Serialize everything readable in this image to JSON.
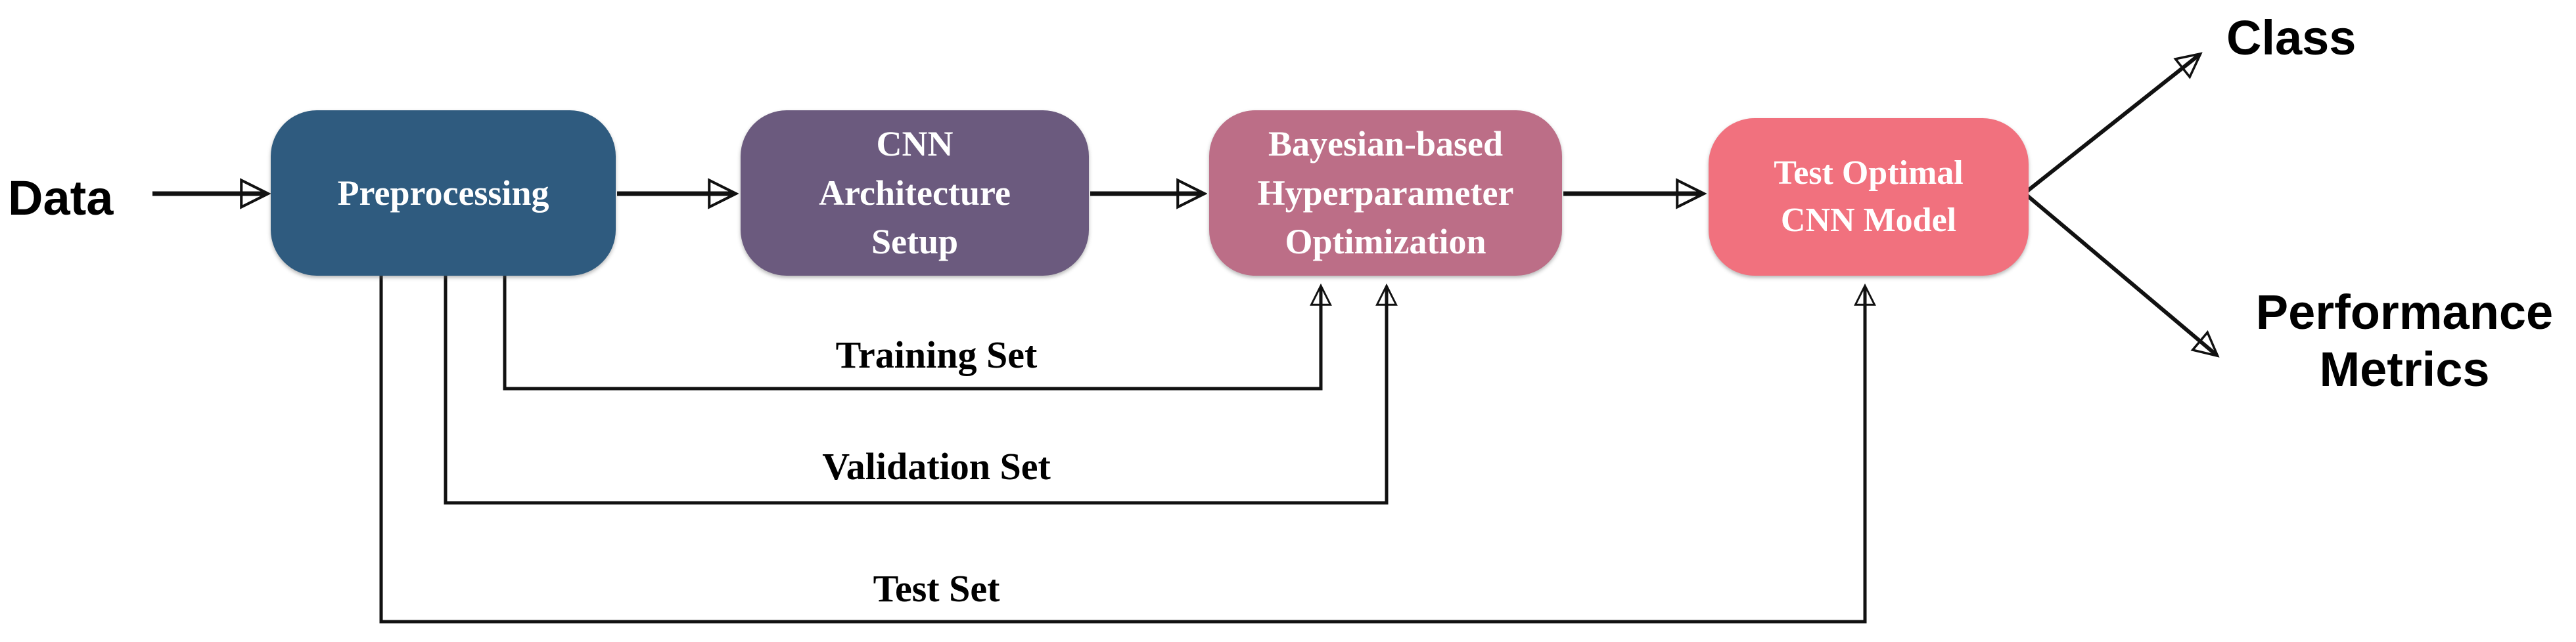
{
  "diagram": {
    "input_label": "Data",
    "boxes": [
      {
        "name": "preprocessing",
        "color": "#2F5B7F",
        "lines": [
          "Preprocessing",
          "",
          ""
        ]
      },
      {
        "name": "cnn-architecture-setup",
        "color": "#6B5A7E",
        "lines": [
          "CNN",
          "Architecture",
          "Setup"
        ]
      },
      {
        "name": "bayesian-hyperparameter-optimization",
        "color": "#BC6E87",
        "lines": [
          "Bayesian-based",
          "Hyperparameter",
          "Optimization"
        ]
      },
      {
        "name": "test-optimal-cnn-model",
        "color": "#F1717E",
        "lines": [
          "Test Optimal",
          "CNN Model",
          ""
        ]
      }
    ],
    "split_labels": {
      "training": "Training Set",
      "validation": "Validation Set",
      "test": "Test Set"
    },
    "outputs": {
      "class": "Class",
      "performance": "Performance Metrics"
    },
    "line_color": "#111111"
  }
}
